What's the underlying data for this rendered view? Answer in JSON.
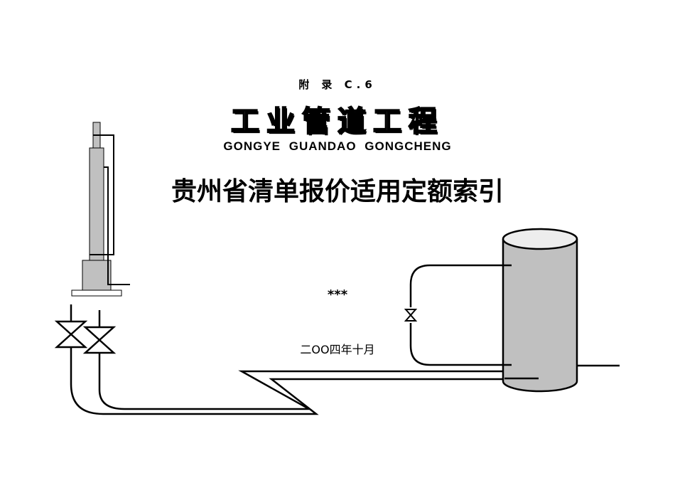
{
  "cover": {
    "appendix": "附 录 C.6",
    "title_cn": "工业管道工程",
    "title_en": "GONGYE  GUANDAO  GONGCHENG",
    "subtitle": "贵州省清单报价适用定额索引",
    "author": "***",
    "date": "二OO四年十月"
  },
  "colors": {
    "ink": "#000000",
    "equipment_fill": "#c0c0c0",
    "tank_top": "#ededed"
  }
}
